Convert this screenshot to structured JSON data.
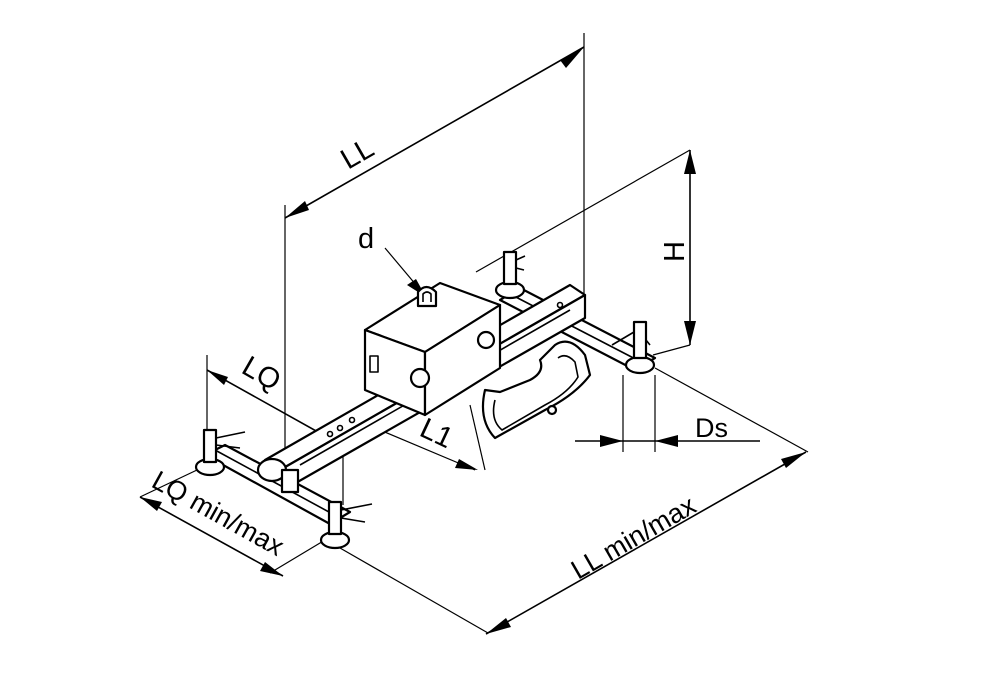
{
  "labels": {
    "ll": "LL",
    "d": "d",
    "h": "H",
    "lq": "LQ",
    "l1": "L1",
    "ds": "Ds",
    "lq_minmax": "LQ min/max",
    "ll_minmax": "LL min/max"
  }
}
